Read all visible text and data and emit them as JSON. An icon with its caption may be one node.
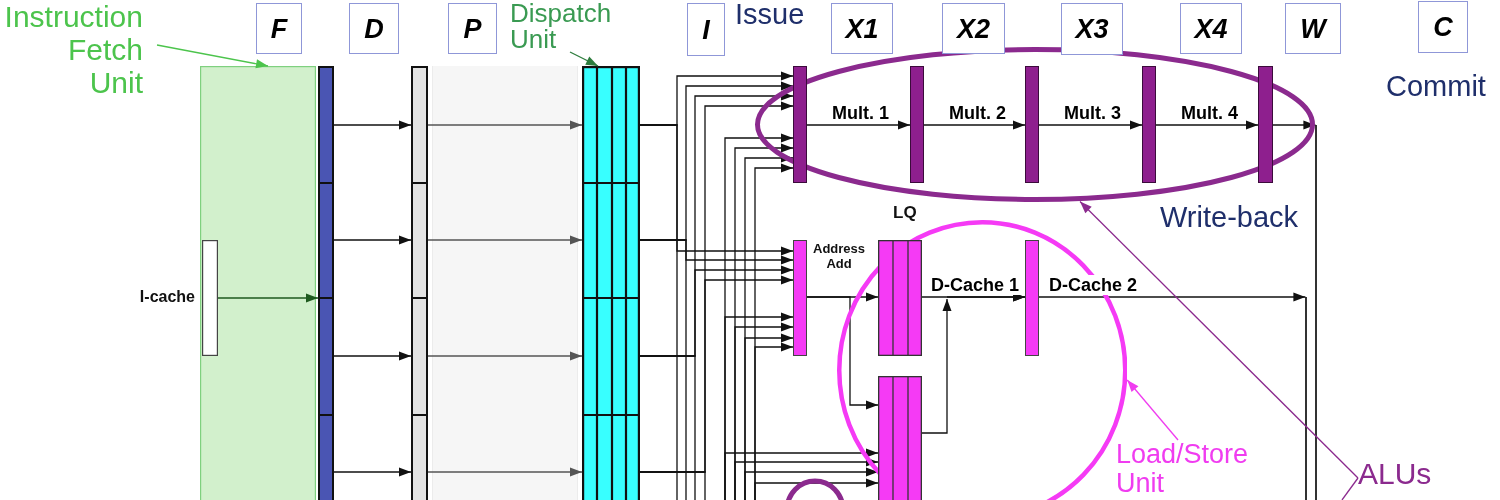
{
  "diagram": {
    "nodes": [
      {
        "text": [
          "Instruction Fetch Unit"
        ]
      },
      {
        "text": [
          "F"
        ]
      },
      {
        "text": [
          "D"
        ]
      },
      {
        "text": [
          "P"
        ]
      },
      {
        "text": [
          "Dispatch Unit"
        ]
      },
      {
        "text": [
          "I"
        ],
        "beside": [
          "Issue"
        ]
      },
      {
        "text": [
          "X1"
        ]
      },
      {
        "text": [
          "X2"
        ]
      },
      {
        "text": [
          "X3"
        ]
      },
      {
        "text": [
          "X4"
        ]
      },
      {
        "text": [
          "W"
        ]
      },
      {
        "text": [
          "C"
        ],
        "beside": [
          "Commit"
        ]
      },
      {
        "text": [],
        "shape": "box"
      },
      {
        "text": [],
        "shape": "bar"
      },
      {
        "text": [],
        "shape": "bar"
      },
      {
        "text": [],
        "shape": "box"
      },
      {
        "text": [],
        "shape": "ellipse"
      },
      {
        "text": [],
        "shape": "bar",
        "in": 16
      },
      {
        "text": [],
        "shape": "bar",
        "in": 16
      },
      {
        "text": [],
        "shape": "bar",
        "in": 16
      },
      {
        "text": [],
        "shape": "bar",
        "in": 16
      },
      {
        "text": [],
        "shape": "bar",
        "in": 16
      },
      {
        "text": [],
        "shape": "box",
        "beside": [
          "I-cache"
        ],
        "in": 12
      },
      {
        "text": [],
        "shape": "bar",
        "beside": [
          "Address Add"
        ]
      },
      {
        "text": [],
        "shape": "ellipse"
      },
      {
        "text": [],
        "shape": "box",
        "in": 24
      },
      {
        "text": [],
        "shape": "bar",
        "in": 24
      },
      {
        "text": [],
        "shape": "box",
        "in": 24
      },
      {
        "text": [
          "Load/Store Unit"
        ]
      },
      {
        "text": [
          "ALUs"
        ]
      },
      {
        "text": [],
        "shape": "line"
      },
      {
        "text": [],
        "shape": "line"
      }
    ],
    "edges": [
      {
        "from": 0,
        "to": 12,
        "arrow": "to",
        "color": "#4cc44c"
      },
      {
        "from": 4,
        "to": 15,
        "arrow": "to",
        "color": "#2e7d3e"
      },
      {
        "from": 22,
        "to": 13,
        "arrow": "to",
        "color": "#1e5a1e"
      },
      {
        "from": 13,
        "to": 14,
        "arrow": "to"
      },
      {
        "from": 13,
        "to": 14,
        "arrow": "to"
      },
      {
        "from": 13,
        "to": 14,
        "arrow": "to"
      },
      {
        "from": 13,
        "to": 14,
        "arrow": "to"
      },
      {
        "from": 14,
        "to": 15,
        "arrow": "to",
        "color": "#555555"
      },
      {
        "from": 14,
        "to": 15,
        "arrow": "to",
        "color": "#555555"
      },
      {
        "from": 14,
        "to": 15,
        "arrow": "to",
        "color": "#555555"
      },
      {
        "from": 14,
        "to": 15,
        "arrow": "to",
        "color": "#555555"
      },
      {
        "from": 15,
        "to": 17,
        "arrow": "to"
      },
      {
        "from": 15,
        "to": 17,
        "arrow": "to"
      },
      {
        "from": 15,
        "to": 17,
        "arrow": "to"
      },
      {
        "from": 15,
        "to": 17,
        "arrow": "to"
      },
      {
        "from": 15,
        "to": 23,
        "arrow": "to"
      },
      {
        "from": 15,
        "to": 23,
        "arrow": "to"
      },
      {
        "from": 15,
        "to": 23,
        "arrow": "to"
      },
      {
        "from": 15,
        "to": 23,
        "arrow": "to"
      },
      {
        "from": 15,
        "to": null,
        "arrow": "none"
      },
      {
        "from": 15,
        "to": null,
        "arrow": "none"
      },
      {
        "from": 15,
        "to": null,
        "arrow": "none"
      },
      {
        "from": 15,
        "to": null,
        "arrow": "none"
      },
      {
        "from": null,
        "to": 17,
        "arrow": "to"
      },
      {
        "from": null,
        "to": 17,
        "arrow": "to"
      },
      {
        "from": null,
        "to": 17,
        "arrow": "to"
      },
      {
        "from": null,
        "to": 17,
        "arrow": "to"
      },
      {
        "from": null,
        "to": 23,
        "arrow": "to"
      },
      {
        "from": null,
        "to": 23,
        "arrow": "to"
      },
      {
        "from": null,
        "to": 23,
        "arrow": "to"
      },
      {
        "from": null,
        "to": 23,
        "arrow": "to"
      },
      {
        "from": null,
        "to": 27,
        "arrow": "to"
      },
      {
        "from": null,
        "to": 27,
        "arrow": "to"
      },
      {
        "from": null,
        "to": 27,
        "arrow": "to"
      },
      {
        "from": null,
        "to": 27,
        "arrow": "to"
      },
      {
        "from": 17,
        "to": 18,
        "arrow": "to",
        "label": "Mult. 1"
      },
      {
        "from": 18,
        "to": 19,
        "arrow": "to",
        "label": "Mult. 2"
      },
      {
        "from": 19,
        "to": 20,
        "arrow": "to",
        "label": "Mult. 3"
      },
      {
        "from": 20,
        "to": 21,
        "arrow": "to",
        "label": "Mult. 4"
      },
      {
        "from": 21,
        "to": 31,
        "arrow": "to"
      },
      {
        "from": 23,
        "to": 25,
        "arrow": "to"
      },
      {
        "from": 23,
        "to": 27,
        "arrow": "to"
      },
      {
        "from": 25,
        "to": 26,
        "arrow": "to",
        "label": "D-Cache 1"
      },
      {
        "from": 27,
        "to": 26,
        "arrow": "to"
      },
      {
        "from": 26,
        "to": 30,
        "arrow": "to",
        "label": "D-Cache 2"
      },
      {
        "from": 28,
        "to": 24,
        "arrow": "to",
        "color": "#f03cf0"
      },
      {
        "from": 29,
        "to": 16,
        "arrow": "to",
        "color": "#8b2a8e"
      },
      {
        "from": 29,
        "to": null,
        "arrow": "none",
        "color": "#8b2a8e"
      }
    ],
    "labels": [
      "LQ",
      "Write-back"
    ]
  }
}
